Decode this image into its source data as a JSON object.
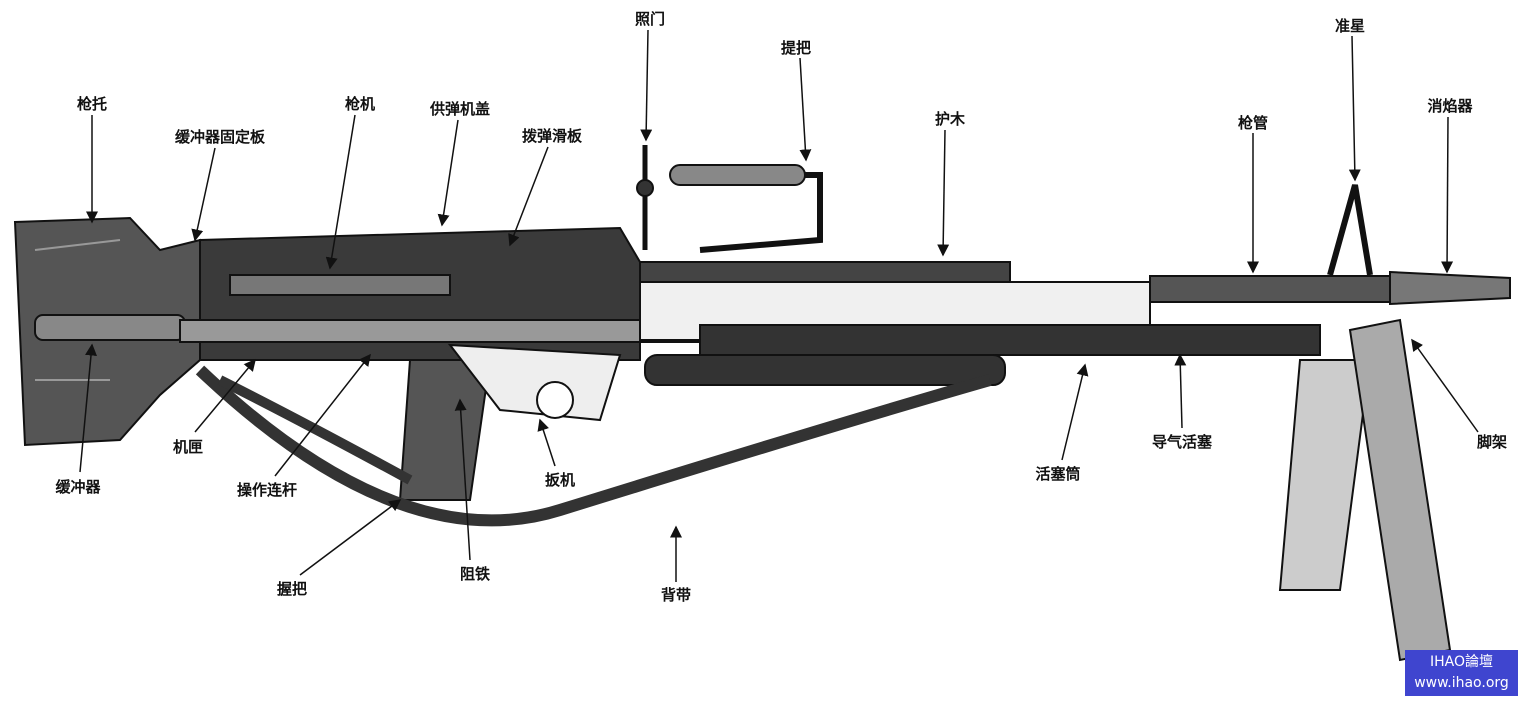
{
  "diagram": {
    "labels": {
      "stock": "枪托",
      "buffer_plate": "缓冲器固定板",
      "bolt": "枪机",
      "feed_cover": "供弹机盖",
      "feed_slide": "拨弹滑板",
      "rear_sight": "照门",
      "carry_handle": "提把",
      "handguard": "护木",
      "barrel": "枪管",
      "front_sight": "准星",
      "flash_hider": "消焰器",
      "bipod": "脚架",
      "gas_piston": "导气活塞",
      "gas_cylinder": "活塞筒",
      "sling": "背带",
      "sear": "阻铁",
      "trigger": "扳机",
      "grip": "握把",
      "op_rod": "操作连杆",
      "receiver": "机匣",
      "buffer": "缓冲器"
    }
  },
  "watermark": {
    "line1": "IHAO論壇",
    "line2": "www.ihao.org",
    "color": "#3f45cf"
  }
}
